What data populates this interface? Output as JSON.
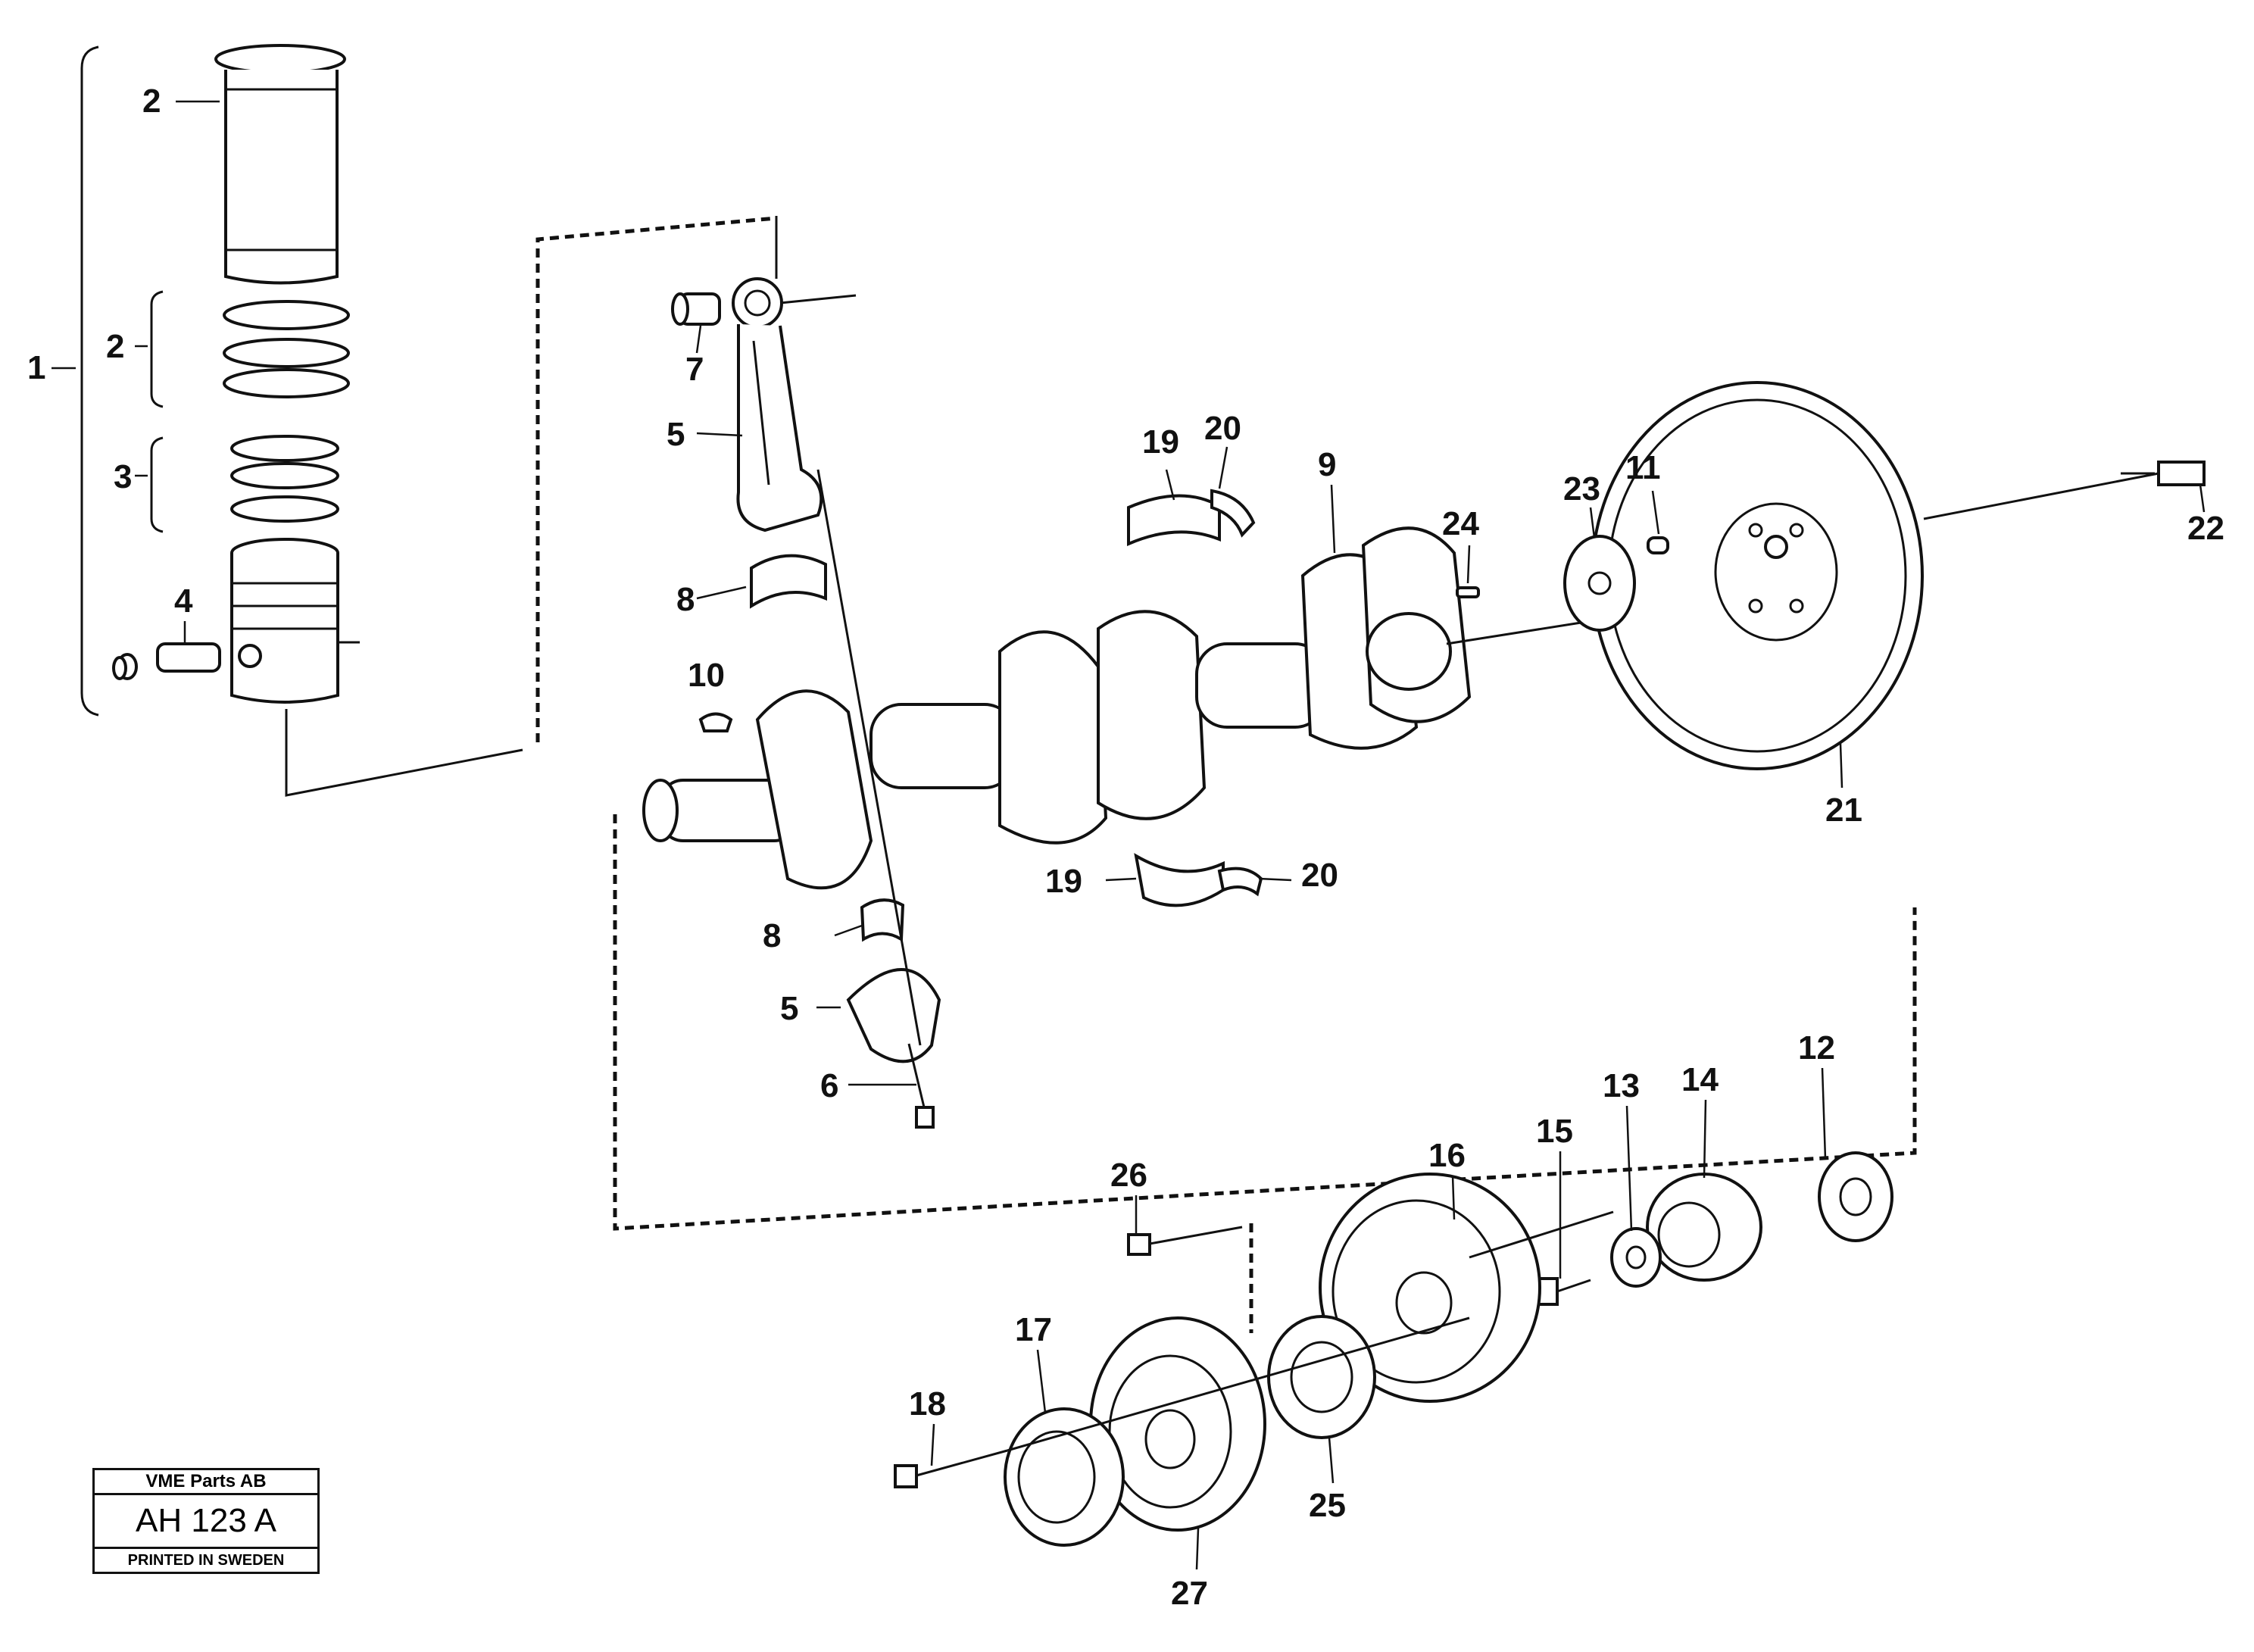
{
  "diagram": {
    "callouts": [
      {
        "id": "c1",
        "text": "1"
      },
      {
        "id": "c2a",
        "text": "2"
      },
      {
        "id": "c2b",
        "text": "2"
      },
      {
        "id": "c3",
        "text": "3"
      },
      {
        "id": "c4",
        "text": "4"
      },
      {
        "id": "c5a",
        "text": "5"
      },
      {
        "id": "c5b",
        "text": "5"
      },
      {
        "id": "c6",
        "text": "6"
      },
      {
        "id": "c7",
        "text": "7"
      },
      {
        "id": "c8a",
        "text": "8"
      },
      {
        "id": "c8b",
        "text": "8"
      },
      {
        "id": "c9",
        "text": "9"
      },
      {
        "id": "c10",
        "text": "10"
      },
      {
        "id": "c11",
        "text": "11"
      },
      {
        "id": "c12",
        "text": "12"
      },
      {
        "id": "c13",
        "text": "13"
      },
      {
        "id": "c14",
        "text": "14"
      },
      {
        "id": "c15",
        "text": "15"
      },
      {
        "id": "c16",
        "text": "16"
      },
      {
        "id": "c17",
        "text": "17"
      },
      {
        "id": "c18",
        "text": "18"
      },
      {
        "id": "c19a",
        "text": "19"
      },
      {
        "id": "c19b",
        "text": "19"
      },
      {
        "id": "c20a",
        "text": "20"
      },
      {
        "id": "c20b",
        "text": "20"
      },
      {
        "id": "c21",
        "text": "21"
      },
      {
        "id": "c22",
        "text": "22"
      },
      {
        "id": "c23",
        "text": "23"
      },
      {
        "id": "c24",
        "text": "24"
      },
      {
        "id": "c25",
        "text": "25"
      },
      {
        "id": "c26",
        "text": "26"
      },
      {
        "id": "c27",
        "text": "27"
      }
    ]
  },
  "title_block": {
    "company": "VME Parts AB",
    "code": "AH 123 A",
    "printed": "PRINTED IN SWEDEN"
  }
}
